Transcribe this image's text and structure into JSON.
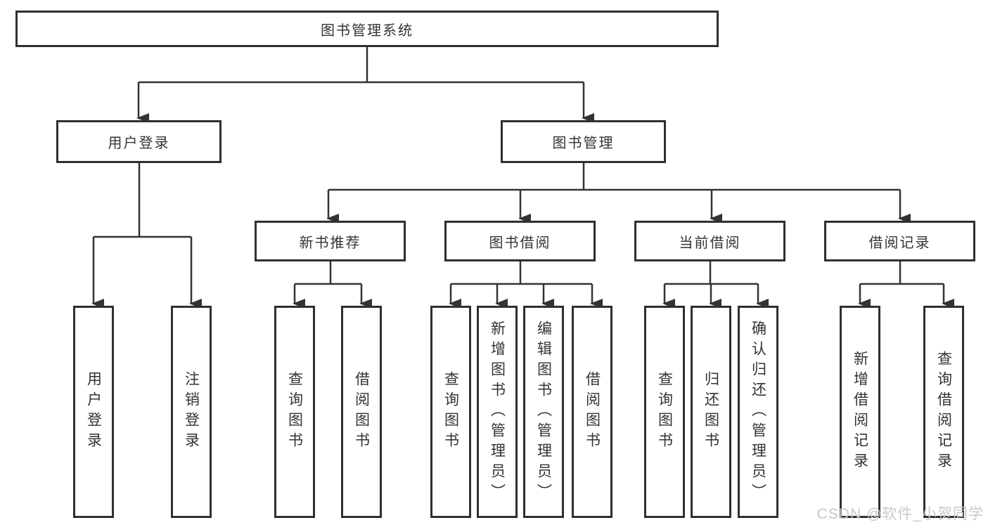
{
  "diagram": {
    "root": {
      "label": "图书管理系统"
    },
    "children": [
      {
        "label": "用户登录",
        "children": [
          {
            "label": "用户登录"
          },
          {
            "label": "注销登录"
          }
        ]
      },
      {
        "label": "图书管理",
        "children": [
          {
            "label": "新书推荐",
            "children": [
              {
                "label": "查询图书"
              },
              {
                "label": "借阅图书"
              }
            ]
          },
          {
            "label": "图书借阅",
            "children": [
              {
                "label": "查询图书"
              },
              {
                "label": "新增图书（管理员）"
              },
              {
                "label": "编辑图书（管理员）"
              },
              {
                "label": "借阅图书"
              }
            ]
          },
          {
            "label": "当前借阅",
            "children": [
              {
                "label": "查询图书"
              },
              {
                "label": "归还图书"
              },
              {
                "label": "确认归还（管理员）"
              }
            ]
          },
          {
            "label": "借阅记录",
            "children": [
              {
                "label": "新增借阅记录"
              },
              {
                "label": "查询借阅记录"
              }
            ]
          }
        ]
      }
    ]
  },
  "watermark": {
    "text": "CSDN @软件_小贺同学"
  },
  "colors": {
    "line": "#333333",
    "box_border": "#2f2f2f",
    "text": "#333333",
    "watermark": "#c9c9c9",
    "background": "#ffffff"
  }
}
